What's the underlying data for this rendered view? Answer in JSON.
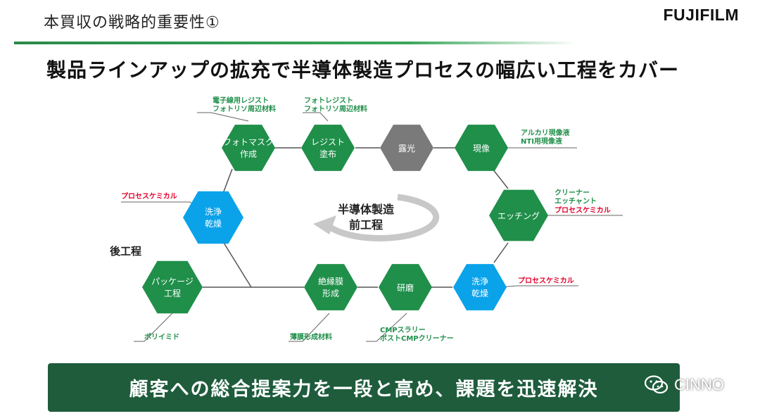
{
  "header": {
    "slide_title": "本買収の戦略的重要性①",
    "logo_text": "FUJIFILM"
  },
  "headline": "製品ラインアップの拡充で半導体製造プロセスの幅広い工程をカバー",
  "diagram": {
    "center_line1": "半導体製造",
    "center_line2": "前工程",
    "back_process_label": "後工程",
    "nodes": [
      {
        "id": "photomask",
        "line1": "フォトマスク",
        "line2": "作成",
        "color": "#1f8f4a"
      },
      {
        "id": "resist",
        "line1": "レジスト",
        "line2": "塗布",
        "color": "#1f8f4a"
      },
      {
        "id": "exposure",
        "line1": "露光",
        "line2": "",
        "color": "#7a7a7a"
      },
      {
        "id": "develop",
        "line1": "現像",
        "line2": "",
        "color": "#1f8f4a"
      },
      {
        "id": "etching",
        "line1": "エッチング",
        "line2": "",
        "color": "#1f8f4a"
      },
      {
        "id": "clean-right",
        "line1": "洗浄",
        "line2": "乾燥",
        "color": "#0aa3ea"
      },
      {
        "id": "polish",
        "line1": "研磨",
        "line2": "",
        "color": "#1f8f4a"
      },
      {
        "id": "insulation",
        "line1": "絶縁膜",
        "line2": "形成",
        "color": "#1f8f4a"
      },
      {
        "id": "package",
        "line1": "パッケージ",
        "line2": "工程",
        "color": "#1f8f4a"
      },
      {
        "id": "clean-left",
        "line1": "洗浄",
        "line2": "乾燥",
        "color": "#0aa3ea"
      }
    ],
    "callouts": {
      "photomask": [
        "電子線用レジスト",
        "フォトリソ周辺材料"
      ],
      "resist": [
        "フォトレジスト",
        "フォトリソ周辺材料"
      ],
      "develop": [
        "アルカリ現像液",
        "NTI用現像液"
      ],
      "etching": [
        "クリーナー",
        "エッチャント"
      ],
      "etching_red": "プロセスケミカル",
      "clean_left_red": "プロセスケミカル",
      "clean_right_red": "プロセスケミカル",
      "package": "ポリイミド",
      "insulation": "薄膜形成材料",
      "polish": [
        "CMPスラリー",
        "ポストCMPクリーナー"
      ]
    },
    "colors": {
      "green_node": "#1f8f4a",
      "blue_node": "#0aa3ea",
      "gray_node": "#7a7a7a",
      "green_text": "#1f8f4a",
      "red_text": "#e4002b",
      "banner": "#1e5c3c"
    }
  },
  "banner": {
    "text": "顧客への総合提案力を一段と高め、課題を迅速解決"
  },
  "watermark": {
    "text": "CINNO",
    "icon": "wechat-icon"
  }
}
